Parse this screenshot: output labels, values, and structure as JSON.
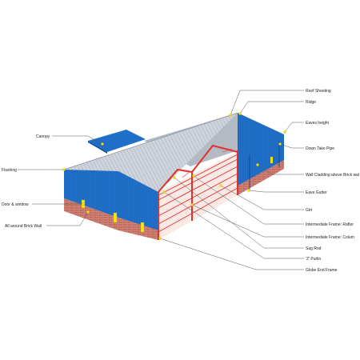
{
  "labels": {
    "roof_sheeting": "Roof Sheeting",
    "ridge": "Ridge",
    "eaves_height": "Eaves height",
    "canopy": "Canopy",
    "down_take_pipe": "Down Take Pipe",
    "flashing": "Flashing",
    "wall_cladding": "Wall Cladding above Brick wal",
    "eave_gutter": "Eave Gutter",
    "door_window": "Door & window",
    "all_around_brick_wall": "All around Brick Wall",
    "girt": "Girt",
    "intermediate_rafter": "Intermediate Frame: Rafter",
    "intermediate_column": "Intermediate Frame: Colum",
    "sag_rod": "Sag Rod",
    "z_purlin": "'Z' Purlin",
    "gable_end_frame": "Globe End Frame"
  },
  "colors": {
    "roof": "#c7cdd6",
    "wall_blue": "#1f6fc8",
    "brick": "#c56b5e",
    "frame_red": "#e2322c",
    "callout_dot": "#f2e21a"
  }
}
